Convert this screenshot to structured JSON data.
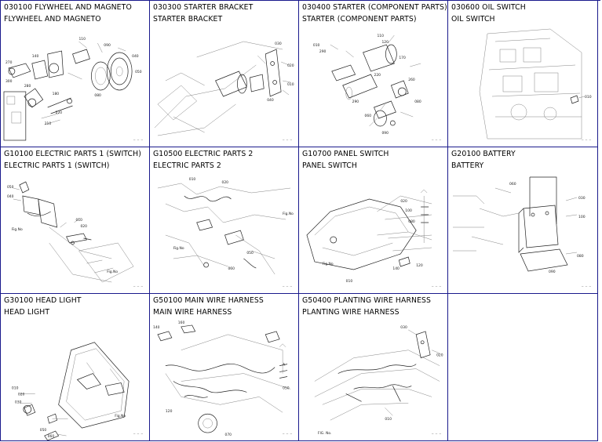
{
  "cells": [
    {
      "code": "030100 FLYWHEEL AND MAGNETO",
      "title": "FLYWHEEL AND MAGNETO"
    },
    {
      "code": "030300 STARTER BRACKET",
      "title": "STARTER BRACKET"
    },
    {
      "code": "030400 STARTER (COMPONENT PARTS)",
      "title": "STARTER (COMPONENT PARTS)"
    },
    {
      "code": "030600 OIL SWITCH",
      "title": "OIL SWITCH"
    },
    {
      "code": "G10100 ELECTRIC PARTS 1 (SWITCH)",
      "title": "ELECTRIC PARTS 1 (SWITCH)"
    },
    {
      "code": "G10500 ELECTRIC PARTS 2",
      "title": "ELECTRIC PARTS 2"
    },
    {
      "code": "G10700 PANEL SWITCH",
      "title": "PANEL SWITCH"
    },
    {
      "code": "G20100 BATTERY",
      "title": "BATTERY"
    },
    {
      "code": "G30100 HEAD LIGHT",
      "title": "HEAD LIGHT"
    },
    {
      "code": "G50100 MAIN WIRE HARNESS",
      "title": "MAIN WIRE HARNESS"
    },
    {
      "code": "G50400 PLANTING WIRE HARNESS",
      "title": "PLANTING WIRE HARNESS"
    }
  ],
  "colors": {
    "border": "#1a1a8c",
    "line_art": "#222222"
  }
}
